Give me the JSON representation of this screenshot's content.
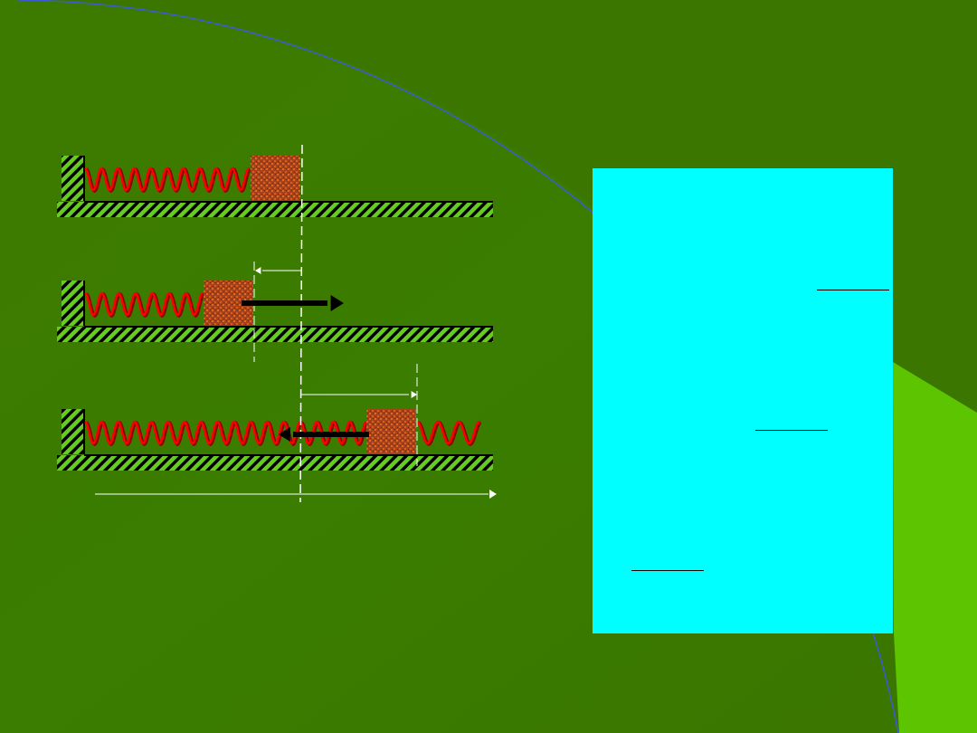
{
  "colors": {
    "background": "#3a7a00",
    "panel": "#00ffff",
    "spring": "#ff0000",
    "spring_shadow": "#8b0000",
    "block": "#b5471a",
    "hatch": "#66cc22",
    "accent_shape": "#5cc400",
    "arc": "#3b5bd6"
  },
  "diagram": {
    "scenes": [
      "equilibrium",
      "compressed",
      "stretched"
    ],
    "icons": [
      "wall-icon",
      "spring-icon",
      "block-icon",
      "force-arrow-icon",
      "displacement-arrow-icon",
      "axis-arrow-icon"
    ]
  },
  "panel": {
    "blanks": 3
  }
}
